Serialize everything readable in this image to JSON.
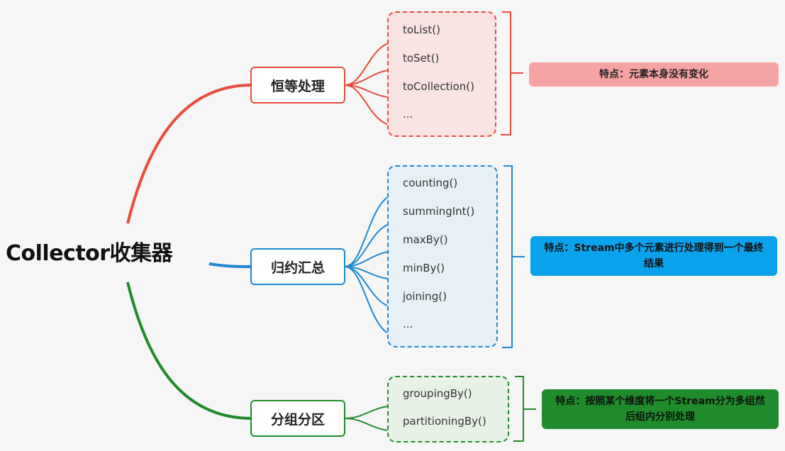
{
  "root": {
    "label": "Collector收集器"
  },
  "branches": [
    {
      "id": "identity",
      "label": "恒等处理",
      "color": "#e84c3d",
      "items": [
        "toList()",
        "toSet()",
        "toCollection()",
        "..."
      ],
      "note": "特点：元素本身没有变化"
    },
    {
      "id": "reduce",
      "label": "归约汇总",
      "color": "#1e88d2",
      "items": [
        "counting()",
        "summingInt()",
        "maxBy()",
        "minBy()",
        "joining()",
        "..."
      ],
      "note": "特点：Stream中多个元素进行处理得到一个最终结果"
    },
    {
      "id": "partition",
      "label": "分组分区",
      "color": "#1f8b2c",
      "items": [
        "groupingBy()",
        "partitioningBy()"
      ],
      "note": "特点：按照某个维度将一个Stream分为多组然后组内分别处理"
    }
  ]
}
